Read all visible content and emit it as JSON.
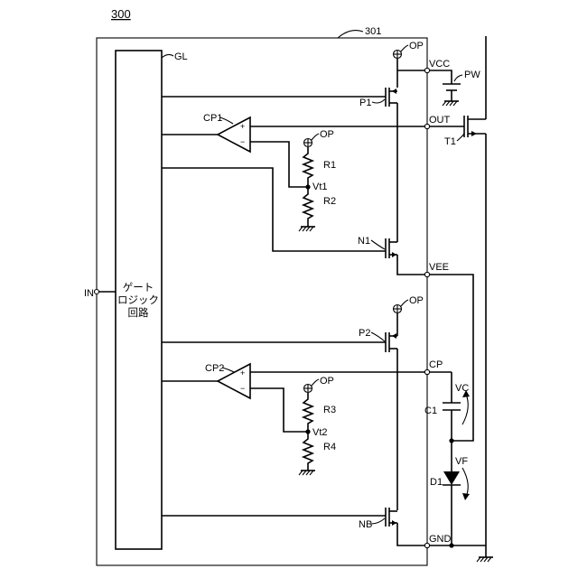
{
  "figure_number": "300",
  "labels": {
    "block": "301",
    "gate_logic": "GL",
    "gate_logic_text": [
      "ゲート",
      "ロジック",
      "回路"
    ],
    "input": "IN",
    "op": "OP",
    "vcc": "VCC",
    "pw": "PW",
    "out": "OUT",
    "t1": "T1",
    "vee": "VEE",
    "cp": "CP",
    "gnd": "GND",
    "p1": "P1",
    "n1": "N1",
    "p2": "P2",
    "nb": "NB",
    "cp1": "CP1",
    "cp2": "CP2",
    "plus": "+",
    "minus": "−",
    "r1": "R1",
    "r2": "R2",
    "r3": "R3",
    "r4": "R4",
    "vt1": "Vt1",
    "vt2": "Vt2",
    "c1": "C1",
    "d1": "D1",
    "vc": "VC",
    "vf": "VF"
  }
}
